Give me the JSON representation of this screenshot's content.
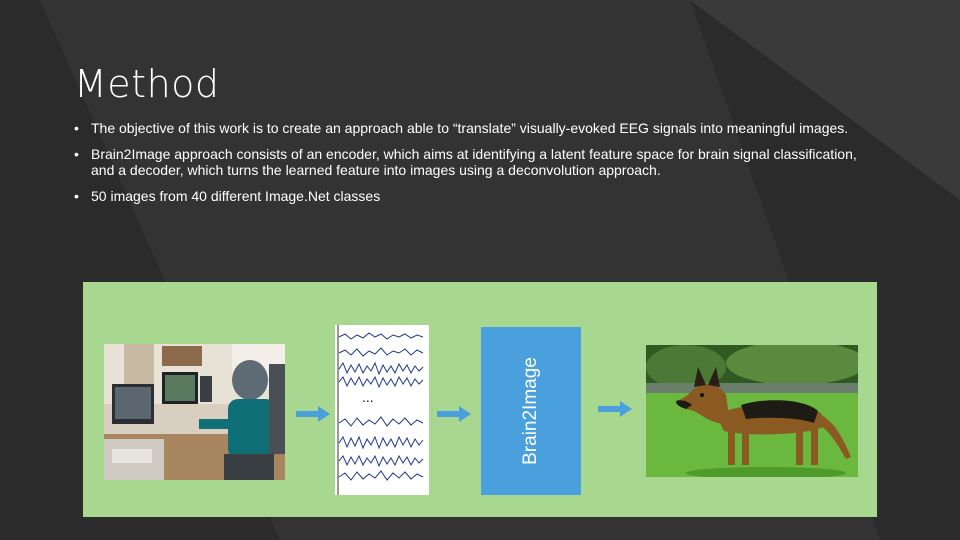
{
  "slide": {
    "title": "Method",
    "bullets": [
      "The objective of this work is to create an approach able to “translate” visually-evoked EEG signals into meaningful images.",
      "Brain2Image approach consists of an encoder, which aims at identifying a latent feature space for brain signal classification, and a decoder, which turns the learned feature into images using a deconvolution approach.",
      "50 images from 40 different Image.Net classes"
    ]
  },
  "figure": {
    "eeg_ellipsis": "...",
    "model_label": "Brain2Image",
    "colors": {
      "panel": "#a8d88f",
      "arrow": "#4aa0dc",
      "model_box": "#4aa0dc",
      "eeg_trace": "#1f3a8a"
    }
  }
}
